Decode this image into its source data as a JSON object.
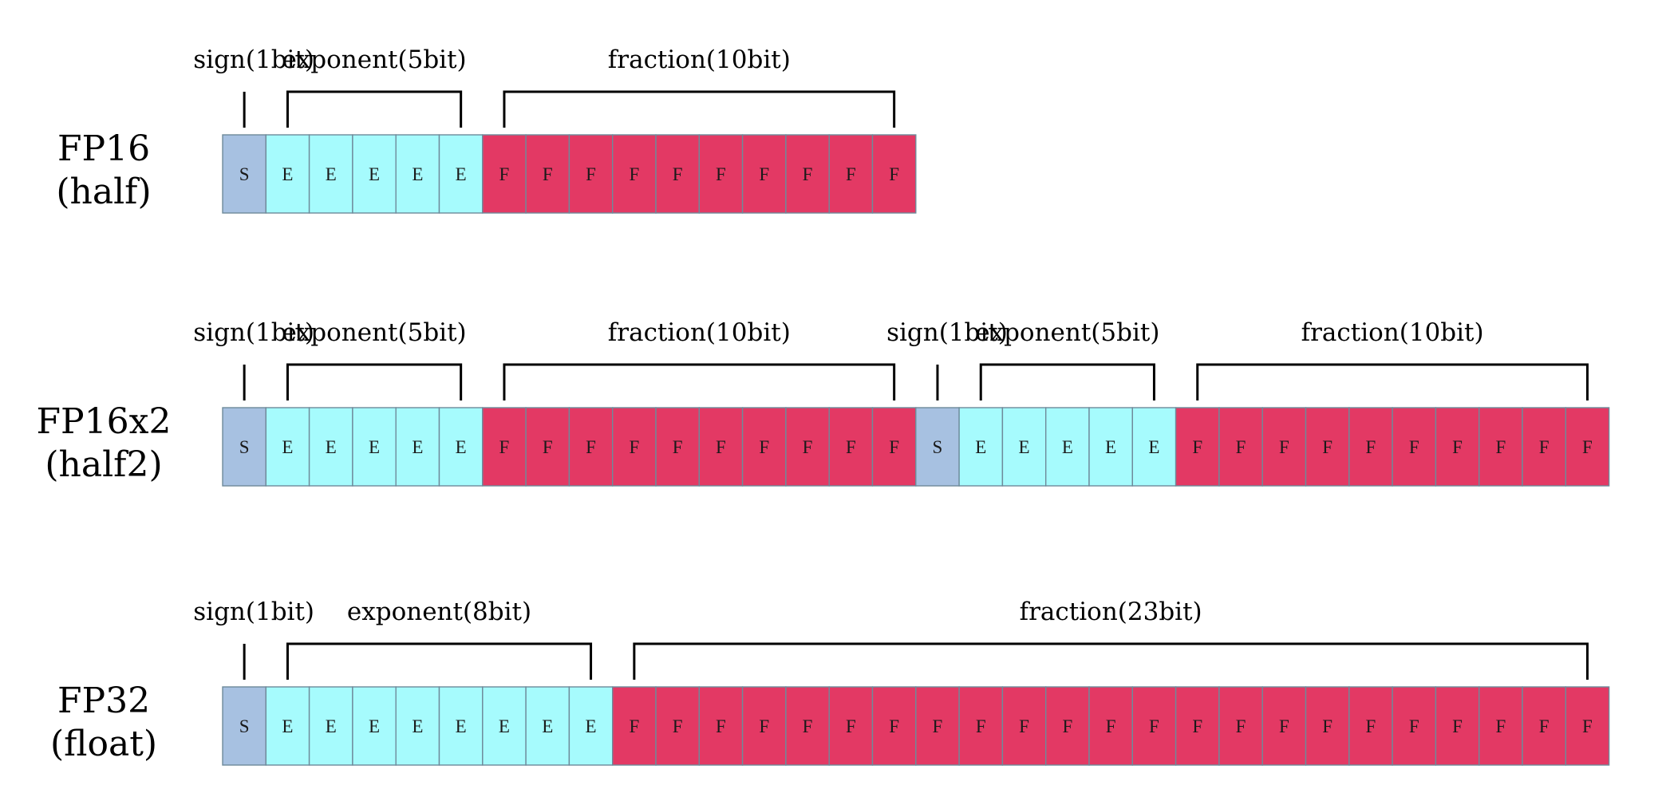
{
  "colors": {
    "sign": "#a7c1e1",
    "exponent": "#a6fbfd",
    "fraction": "#e33964"
  },
  "formats": [
    {
      "name_lines": [
        "FP16",
        "(half)"
      ],
      "groups": [
        {
          "fields": [
            {
              "kind": "sign",
              "label": "sign(1bit)",
              "bits": 1,
              "letter": "S"
            },
            {
              "kind": "exponent",
              "label": "exponent(5bit)",
              "bits": 5,
              "letter": "E"
            },
            {
              "kind": "fraction",
              "label": "fraction(10bit)",
              "bits": 10,
              "letter": "F"
            }
          ]
        }
      ]
    },
    {
      "name_lines": [
        "FP16x2",
        "(half2)"
      ],
      "groups": [
        {
          "fields": [
            {
              "kind": "sign",
              "label": "sign(1bit)",
              "bits": 1,
              "letter": "S"
            },
            {
              "kind": "exponent",
              "label": "exponent(5bit)",
              "bits": 5,
              "letter": "E"
            },
            {
              "kind": "fraction",
              "label": "fraction(10bit)",
              "bits": 10,
              "letter": "F"
            }
          ]
        },
        {
          "fields": [
            {
              "kind": "sign",
              "label": "sign(1bit)",
              "bits": 1,
              "letter": "S"
            },
            {
              "kind": "exponent",
              "label": "exponent(5bit)",
              "bits": 5,
              "letter": "E"
            },
            {
              "kind": "fraction",
              "label": "fraction(10bit)",
              "bits": 10,
              "letter": "F"
            }
          ]
        }
      ]
    },
    {
      "name_lines": [
        "FP32",
        "(float)"
      ],
      "groups": [
        {
          "fields": [
            {
              "kind": "sign",
              "label": "sign(1bit)",
              "bits": 1,
              "letter": "S"
            },
            {
              "kind": "exponent",
              "label": "exponent(8bit)",
              "bits": 8,
              "letter": "E"
            },
            {
              "kind": "fraction",
              "label": "fraction(23bit)",
              "bits": 23,
              "letter": "F"
            }
          ]
        }
      ]
    }
  ]
}
